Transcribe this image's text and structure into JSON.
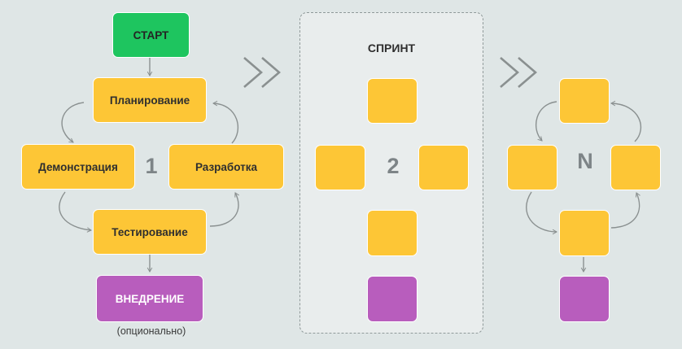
{
  "flow1": {
    "start": "СТАРТ",
    "planning": "Планирование",
    "demo": "Демонстрация",
    "development": "Разработка",
    "testing": "Тестирование",
    "deploy": "ВНЕДРЕНИЕ",
    "deploy_note": "(опционально)",
    "number": "1"
  },
  "flow2": {
    "title": "СПРИНТ",
    "number": "2"
  },
  "flow3": {
    "number": "N"
  },
  "colors": {
    "background": "#dfe6e6",
    "task": "#fdc636",
    "start": "#1ec55f",
    "deploy": "#b85dbd",
    "connector": "#8a9090",
    "number": "#7d8487"
  }
}
